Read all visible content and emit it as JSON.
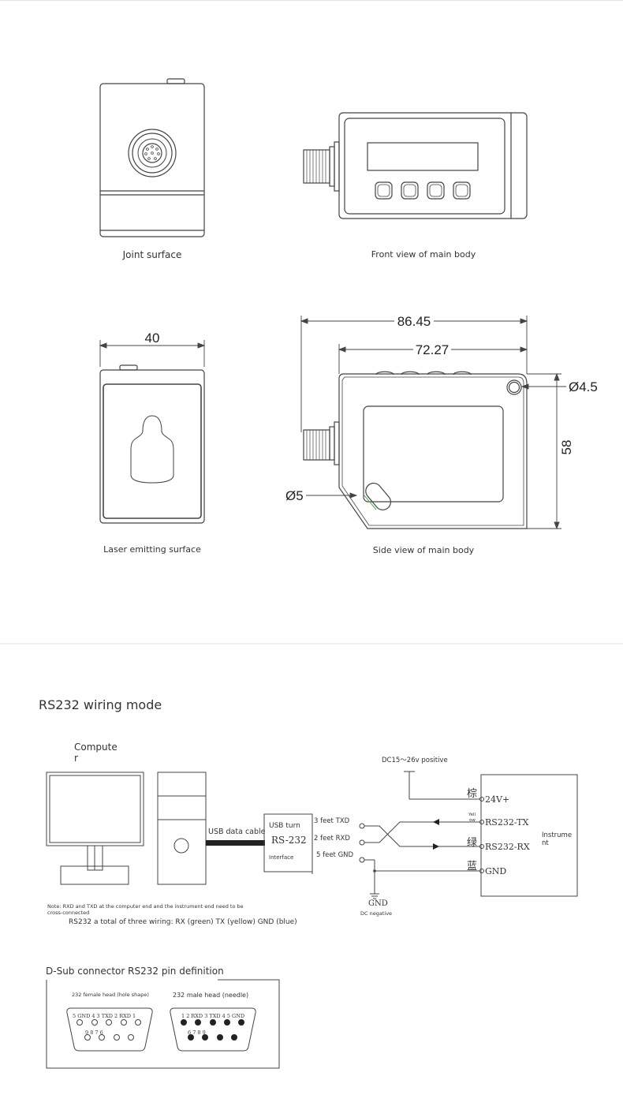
{
  "views": {
    "joint_surface": "Joint surface",
    "front_view": "Front view of main body",
    "laser_surface": "Laser emitting surface",
    "side_view": "Side view of main body"
  },
  "dimensions": {
    "width_40": "40",
    "length_86_45": "86.45",
    "length_72_27": "72.27",
    "hole_4_5": "Ø4.5",
    "height_58": "58",
    "hole_5": "Ø5"
  },
  "rs232": {
    "title": "RS232 wiring mode",
    "computer_line1": "Compute",
    "computer_line2": "r",
    "usb_cable": "USB data cable",
    "converter_line1": "USB turn",
    "converter_main": "RS-232",
    "converter_line3": "Interface",
    "feet_txd": "3 feet TXD",
    "feet_rxd": "2 feet RXD",
    "feet_gnd": "5 feet GND",
    "dc_positive": "DC15～26v positive",
    "gnd": "GND",
    "dc_negative": "DC negative",
    "brown_cn": "棕",
    "yellow_line1": "Yell",
    "yellow_line2": "ow",
    "green_cn": "绿",
    "blue_cn": "蓝",
    "pin_24v": "24V+",
    "pin_tx": "RS232-TX",
    "pin_rx": "RS232-RX",
    "pin_gnd": "GND",
    "instrument_line1": "Instrume",
    "instrument_line2": "nt",
    "note_line1": "Note: RXD and TXD at the computer end and the instrument end need to be",
    "note_line2": "cross-connected",
    "summary": "RS232 a total of three wiring: RX (green) TX (yellow) GND (blue)"
  },
  "dsub": {
    "title": "D-Sub connector RS232 pin definition",
    "female_label": "232 female head (hole shape)",
    "male_label": "232 male head (needle)",
    "female_top": "5 GND  4  3 TXD 2 RXD 1",
    "female_bottom": "9      8      7      6",
    "male_top": "1  2 RXD 3 TXD 4   5 GND",
    "male_bottom": "6      7      8      9"
  }
}
